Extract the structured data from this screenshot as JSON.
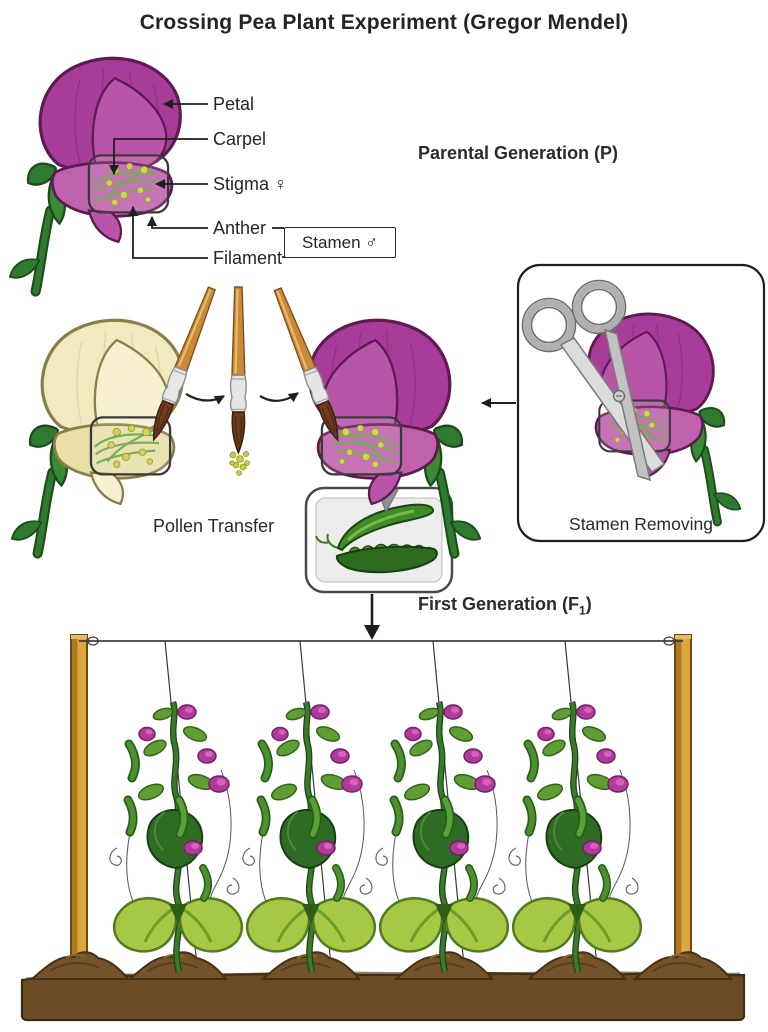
{
  "title": "Crossing Pea Plant Experiment (Gregor Mendel)",
  "flower_parts": {
    "petal": "Petal",
    "carpel": "Carpel",
    "stigma": "Stigma ♀",
    "anther": "Anther",
    "filament": "Filament",
    "stamen": "Stamen ♂"
  },
  "stages": {
    "parental_generation": "Parental Generation (P)",
    "pollen_transfer": "Pollen Transfer",
    "stamen_removing": "Stamen Removing",
    "first_generation": {
      "prefix": "First Generation (F",
      "subscript": "1",
      "suffix": ")"
    }
  },
  "scene": {
    "f1_plant_count": 4,
    "purple_flower_color": "#A83D99",
    "cream_flower_color": "#F1EAC0",
    "anther_color": "#C9CE3F",
    "stem_color": "#2F7A2F",
    "soil_color": "#6B4C26",
    "post_color": "#D9A43B"
  }
}
